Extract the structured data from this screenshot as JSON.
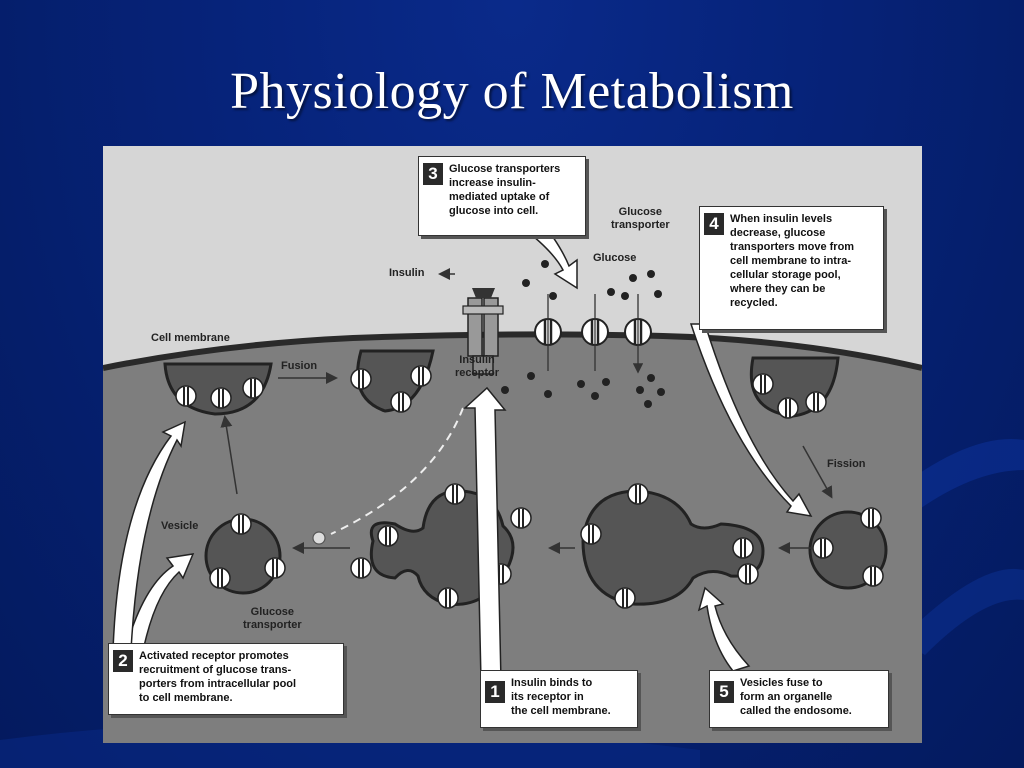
{
  "slide": {
    "title": "Physiology of Metabolism",
    "colors": {
      "background": "#06237a",
      "title": "#ffffff",
      "figure_bg": "#d6d6d6"
    }
  },
  "diagram": {
    "labels": {
      "cell_membrane": "Cell membrane",
      "fusion": "Fusion",
      "insulin": "Insulin",
      "insulin_receptor": "Insulin\nreceptor",
      "glucose": "Glucose",
      "glucose_transporter_top": "Glucose\ntransporter",
      "fission": "Fission",
      "vesicle": "Vesicle",
      "glucose_transporter_bottom": "Glucose\ntransporter"
    },
    "steps": [
      {
        "number": "1",
        "text": "Insulin binds to\nits receptor in\nthe cell membrane."
      },
      {
        "number": "2",
        "text": "Activated receptor promotes\nrecruitment of glucose trans-\nporters from intracellular pool\nto cell membrane."
      },
      {
        "number": "3",
        "text": "Glucose transporters\nincrease insulin-\nmediated uptake of\nglucose into cell."
      },
      {
        "number": "4",
        "text": "When insulin levels\ndecrease, glucose\ntransporters move from\ncell membrane to intra-\ncellular storage pool,\nwhere they can be\nrecycled."
      },
      {
        "number": "5",
        "text": "Vesicles fuse to\nform an organelle\ncalled the endosome."
      }
    ]
  }
}
